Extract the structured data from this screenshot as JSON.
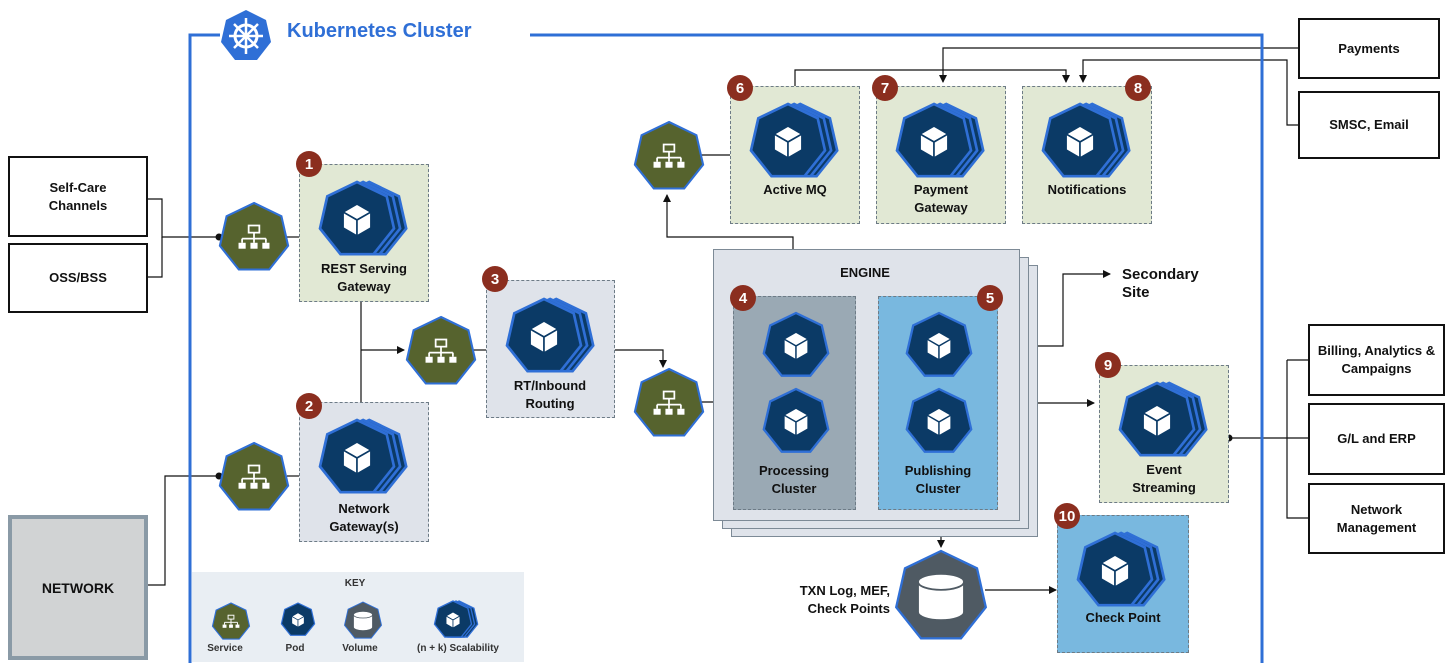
{
  "cluster_title": "Kubernetes Cluster",
  "external_left": {
    "self_care": "Self-Care Channels",
    "oss_bss": "OSS/BSS",
    "network": "NETWORK"
  },
  "external_right": {
    "payments": "Payments",
    "smsc_email": "SMSC, Email",
    "billing": "Billing, Analytics & Campaigns",
    "gl_erp": "G/L and ERP",
    "net_mgmt": "Network Management"
  },
  "components": {
    "c1": {
      "num": "1",
      "label": "REST Serving Gateway"
    },
    "c2": {
      "num": "2",
      "label": "Network Gateway(s)"
    },
    "c3": {
      "num": "3",
      "label": "RT/Inbound Routing"
    },
    "c4": {
      "num": "4",
      "label": "Processing Cluster"
    },
    "c5": {
      "num": "5",
      "label": "Publishing Cluster"
    },
    "c6": {
      "num": "6",
      "label": "Active MQ"
    },
    "c7": {
      "num": "7",
      "label": "Payment Gateway"
    },
    "c8": {
      "num": "8",
      "label": "Notifications"
    },
    "c9": {
      "num": "9",
      "label": "Event Streaming"
    },
    "c10": {
      "num": "10",
      "label": "Check Point"
    }
  },
  "engine_label": "ENGINE",
  "secondary_site": "Secondary Site",
  "txn_log": "TXN Log, MEF, Check Points",
  "key": {
    "title": "KEY",
    "service": "Service",
    "pod": "Pod",
    "volume": "Volume",
    "scalability": "(n + k) Scalability"
  },
  "colors": {
    "cluster_border": "#2f6fd6",
    "badge": "#8b2e1f",
    "service_icon": "#56632e",
    "pod_icon": "#0b3a66",
    "pod_outline": "#2f6fd6",
    "component_bg_green": "#e1e8d4",
    "component_bg_grey": "#dfe3ea",
    "processing_bg": "#9aa9b4",
    "publishing_bg": "#79b8df"
  },
  "icons": [
    "kubernetes-helm-icon",
    "service-icon",
    "pod-icon",
    "volume-icon",
    "scalability-icon"
  ]
}
